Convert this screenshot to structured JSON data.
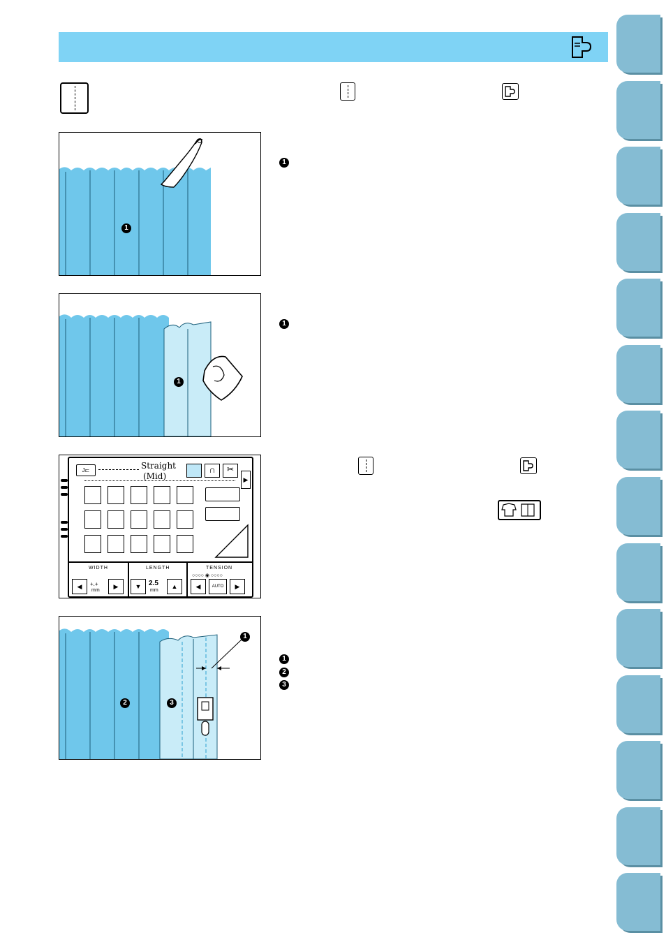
{
  "header": {
    "icon": "utility-stitch-presser-foot-icon"
  },
  "sidebar": {
    "tab_count": 14,
    "tab_color": "#85bcd3"
  },
  "illustrations": {
    "screen": {
      "pattern_name": "Straight",
      "pattern_position": "(Mid)",
      "width_label": "WIDTH",
      "length_label": "LENGTH",
      "tension_label": "TENSION",
      "width_value": "+.+",
      "length_value": "2.5",
      "unit": "mm",
      "auto_label": "AUTO"
    }
  },
  "markers": {
    "step1": [
      "1",
      "1"
    ],
    "step2": [
      "1",
      "1"
    ],
    "step4_image": [
      "1",
      "2",
      "3"
    ],
    "step4_text": [
      "1",
      "2",
      "3"
    ]
  },
  "colors": {
    "fabric": "#6fc7eb",
    "fabric_light": "#c9ecf8",
    "header": "#7fd3f5"
  }
}
